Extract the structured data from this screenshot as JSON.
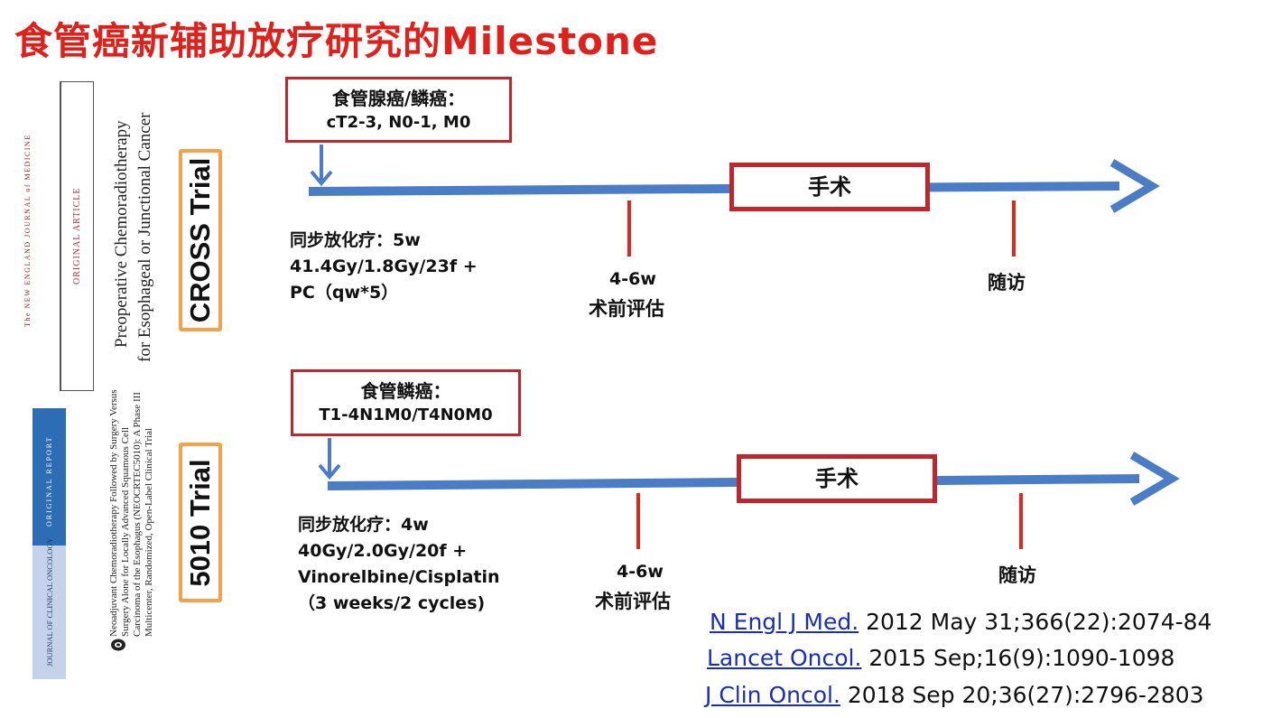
{
  "title": "食管癌新辅助放疗研究的Milestone",
  "colors": {
    "title_red": "#e0201a",
    "box_border": "#c0272d",
    "arrow_blue": "#4a7dc6",
    "tick_red": "#e5261d",
    "trial_border": "#f5a04a",
    "jco_blue": "#2d6db5"
  },
  "left_panel": {
    "nejm_masthead": "The NEW ENGLAND JOURNAL of MEDICINE",
    "nejm_label": "ORIGINAL ARTICLE",
    "nejm_title_line1": "Preoperative Chemoradiotherapy",
    "nejm_title_line2": "for Esophageal or Junctional Cancer",
    "jco_journal": "JOURNAL OF CLINICAL ONCOLOGY",
    "jco_label": "ORIGINAL REPORT",
    "jco_title_line1": "Neoadjuvant Chemoradiotherapy Followed by Surgery Versus",
    "jco_title_line2": "Surgery Alone for Locally Advanced Squamous Cell",
    "jco_title_line3": "Carcinoma of the Esophagus (NEOCRTEC5010): A Phase III",
    "jco_title_line4": "Multicenter, Randomized, Open-Label Clinical Trial"
  },
  "cross": {
    "trial_name": "CROSS Trial",
    "eligibility_line1": "食管腺癌/鳞癌：",
    "eligibility_line2": "cT2-3, N0-1, M0",
    "surgery": "手术",
    "crt_line1": "同步放化疗：5w",
    "crt_line2": "41.4Gy/1.8Gy/23f  +",
    "crt_line3": "PC（qw*5）",
    "interval": "4-6w",
    "eval": "术前评估",
    "followup": "随访"
  },
  "trial5010": {
    "trial_name": "5010 Trial",
    "eligibility_line1": "食管鳞癌：",
    "eligibility_line2": "T1-4N1M0/T4N0M0",
    "surgery": "手术",
    "crt_line1": "同步放化疗：4w",
    "crt_line2": "40Gy/2.0Gy/20f  +",
    "crt_line3": "Vinorelbine/Cisplatin",
    "crt_line4": "（3 weeks/2 cycles)",
    "interval": "4-6w",
    "eval": "术前评估",
    "followup": "随访"
  },
  "references": [
    {
      "journal": "N Engl J Med.",
      "detail": " 2012 May 31;366(22):2074-84"
    },
    {
      "journal": "Lancet Oncol.",
      "detail": " 2015 Sep;16(9):1090-1098"
    },
    {
      "journal": "J Clin Oncol.",
      "detail": " 2018 Sep 20;36(27):2796-2803"
    }
  ]
}
